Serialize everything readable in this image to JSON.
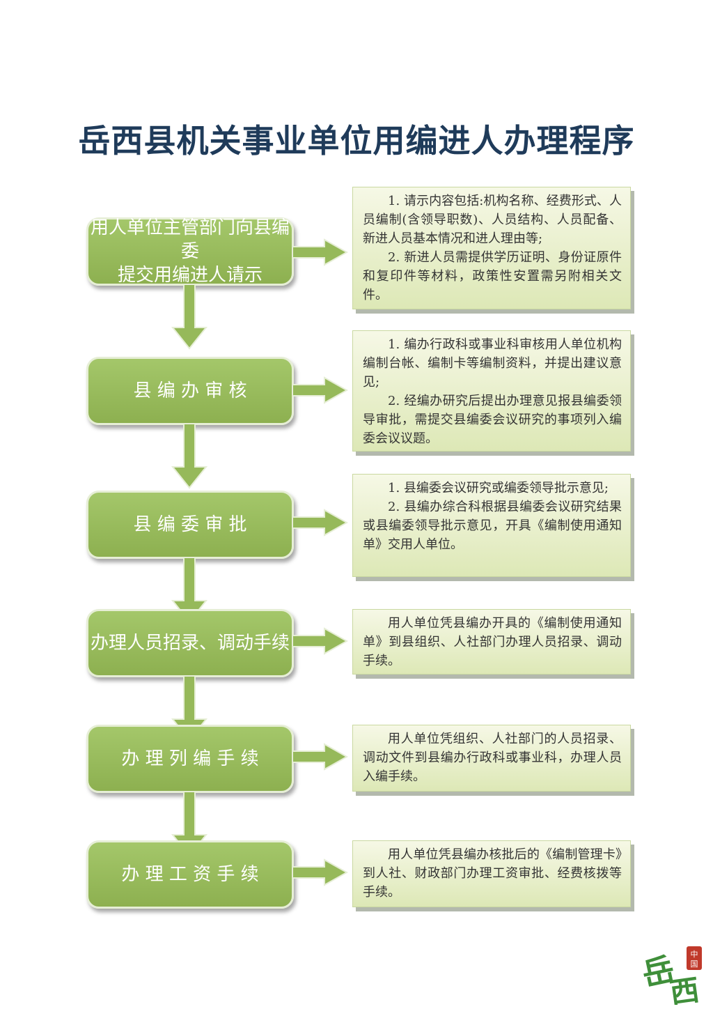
{
  "title": "岳西县机关事业单位用编进人办理程序",
  "steps": [
    {
      "label_lines": [
        "用人单位主管部门向县编委",
        "提交用编进人请示"
      ]
    },
    {
      "label_lines": [
        "县 编 办 审 核"
      ]
    },
    {
      "label_lines": [
        "县 编 委 审 批"
      ]
    },
    {
      "label_lines": [
        "办理人员招录、调动手续"
      ]
    },
    {
      "label_lines": [
        "办 理 列 编 手 续"
      ]
    },
    {
      "label_lines": [
        "办 理 工 资 手 续"
      ]
    }
  ],
  "notes": [
    {
      "paragraphs": [
        "1. 请示内容包括:机构名称、经费形式、人员编制(含领导职数)、人员结构、人员配备、新进人员基本情况和进人理由等;",
        "2. 新进人员需提供学历证明、身份证原件和复印件等材料，政策性安置需另附相关文件。"
      ]
    },
    {
      "paragraphs": [
        "1. 编办行政科或事业科审核用人单位机构编制台帐、编制卡等编制资料，并提出建议意见;",
        "2. 经编办研究后提出办理意见报县编委领导审批，需提交县编委会议研究的事项列入编委会议议题。"
      ]
    },
    {
      "paragraphs": [
        "1. 县编委会议研究或编委领导批示意见;",
        "2. 县编办综合科根据县编委会议研究结果或县编委领导批示意见，开具《编制使用通知单》交用人单位。"
      ]
    },
    {
      "paragraphs": [
        "用人单位凭县编办开具的《编制使用通知单》到县组织、人社部门办理人员招录、调动手续。"
      ]
    },
    {
      "paragraphs": [
        "用人单位凭组织、人社部门的人员招录、调动文件到县编办行政科或事业科，办理人员入编手续。"
      ]
    },
    {
      "paragraphs": [
        "用人单位凭县编办核批后的《编制管理卡》到人社、财政部门办理工资审批、经费核拨等手续。"
      ]
    }
  ],
  "logo": {
    "text": "岳西",
    "seal": "中国"
  },
  "colors": {
    "title": "#1f3b5a",
    "step_fill": "#96b95a",
    "note_fill": "#e9f0cc",
    "arrow": "#96b95a"
  }
}
